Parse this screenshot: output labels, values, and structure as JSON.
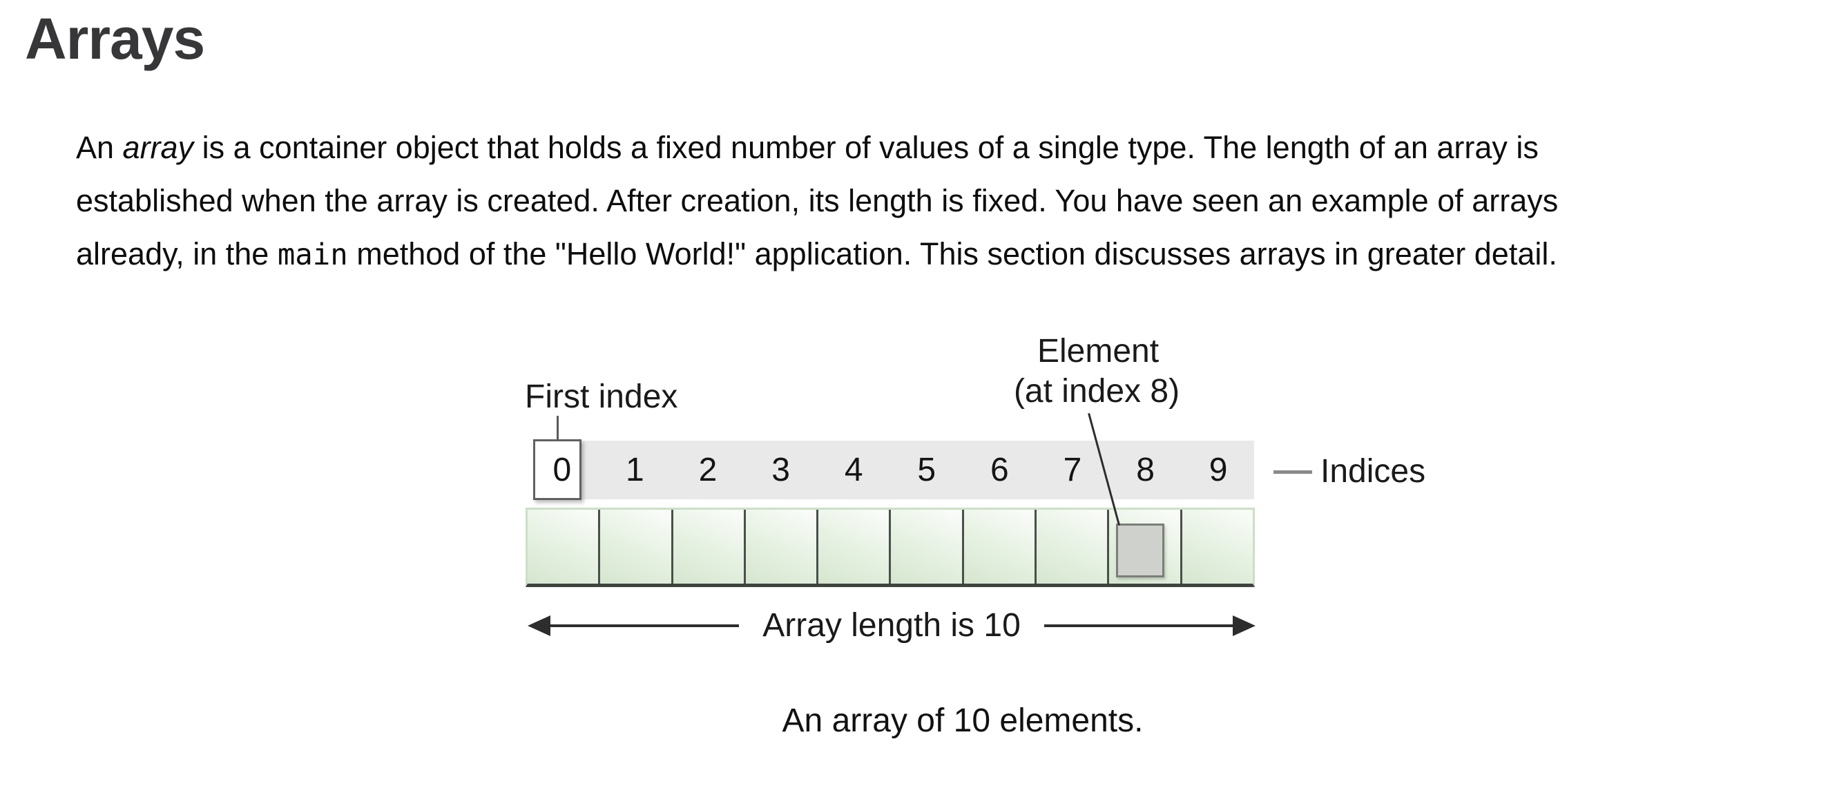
{
  "page": {
    "title": "Arrays",
    "paragraph_lines": [
      {
        "runs": [
          {
            "t": "An "
          },
          {
            "t": "array",
            "s": "italic"
          },
          {
            "t": " is a container object that holds a fixed number of values of a single type. The length of an array is"
          }
        ]
      },
      {
        "runs": [
          {
            "t": "established when the array is created. After creation, its length is fixed. You have seen an example of arrays"
          }
        ]
      },
      {
        "runs": [
          {
            "t": "already, in the "
          },
          {
            "t": "main",
            "s": "code"
          },
          {
            "t": " method of the \"Hello World!\" application. This section discusses arrays in greater detail."
          }
        ]
      }
    ]
  },
  "diagram": {
    "first_index_label": "First index",
    "element_label": "Element",
    "element_location_label": "(at index 8)",
    "indices_label": "Indices",
    "indices": [
      "0",
      "1",
      "2",
      "3",
      "4",
      "5",
      "6",
      "7",
      "8",
      "9"
    ],
    "highlighted_index": 8,
    "length_label": "Array length is 10",
    "caption": "An array of 10 elements.",
    "colors": {
      "band_bg": "#e9e9e9",
      "cell_light": "#f8fbf7",
      "cell_mid": "#e6f1e2",
      "cell_dark": "#d5e6cf",
      "cell_border_light": "#cbe0c5",
      "cell_separator": "#4a4f4a",
      "row_bottom_border": "#3e433e",
      "element_fill": "#ced1cc",
      "element_border": "#7a7f7a",
      "zero_box_border": "#606060",
      "line_color": "#2d2d2d",
      "dash_color": "#8a8a8a",
      "heading_color": "#37373a"
    }
  }
}
